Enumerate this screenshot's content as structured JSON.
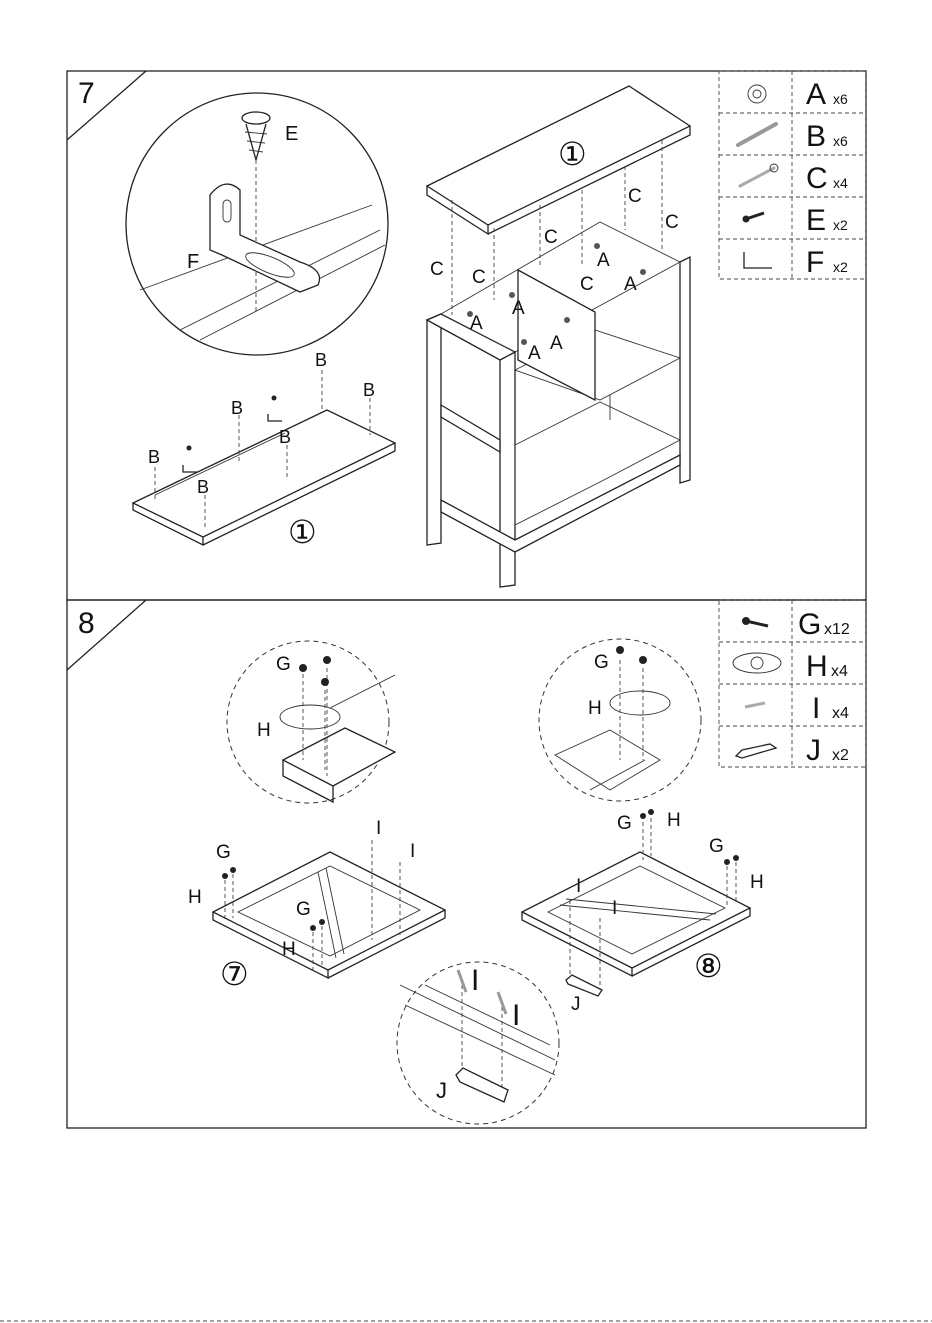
{
  "step7": {
    "number": "7",
    "parts": [
      {
        "letter": "A",
        "qty": "x6"
      },
      {
        "letter": "B",
        "qty": "x6"
      },
      {
        "letter": "C",
        "qty": "x4"
      },
      {
        "letter": "E",
        "qty": "x2"
      },
      {
        "letter": "F",
        "qty": "x2"
      }
    ],
    "labels": {
      "e": "E",
      "f": "F",
      "b": "B",
      "a": "A",
      "c": "C",
      "panel1": "①"
    }
  },
  "step8": {
    "number": "8",
    "parts": [
      {
        "letter": "G",
        "qty": "x12"
      },
      {
        "letter": "H",
        "qty": "x4"
      },
      {
        "letter": "I",
        "qty": "x4"
      },
      {
        "letter": "J",
        "qty": "x2"
      }
    ],
    "labels": {
      "g": "G",
      "h": "H",
      "i": "I",
      "j": "J",
      "door7": "⑦",
      "door8": "⑧"
    }
  }
}
